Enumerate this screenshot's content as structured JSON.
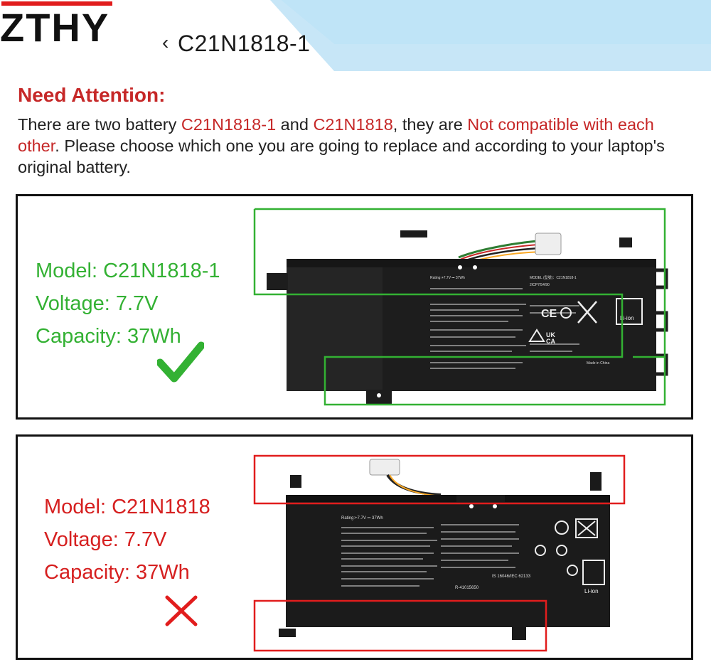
{
  "header": {
    "brand": "ZTHY",
    "chevron": "‹",
    "model": "C21N1818-1"
  },
  "attention": {
    "heading": "Need Attention:",
    "p1": "There are two battery ",
    "m1": "C21N1818-1",
    "p2": " and ",
    "m2": "C21N1818",
    "p3": ", they are ",
    "warn": "Not compatible with each other",
    "p4": ". Please choose which one you are going to replace and according to your laptop's original battery."
  },
  "compatible": {
    "model": "Model: C21N1818-1",
    "voltage": "Voltage: 7.7V",
    "capacity": "Capacity: 37Wh",
    "status_icon": "check-icon",
    "color": "#33b133"
  },
  "incompatible": {
    "model": "Model: C21N1818",
    "voltage": "Voltage: 7.7V",
    "capacity": "Capacity: 37Wh",
    "status_icon": "cross-icon",
    "color": "#d62020"
  },
  "battery1_label": {
    "rating": "Rating:+7.7V ⎓ 37Wh",
    "model": "MODEL (型號)：C21N1818-1",
    "cells": "2ICP7/54/90",
    "origin": "Made in China"
  },
  "battery2_label": {
    "rating": "Rating:+7.7V ⎓ 37Wh",
    "code": "R-41015650",
    "std": "IS 16046/IEC 62133",
    "liion": "Li-ion"
  }
}
